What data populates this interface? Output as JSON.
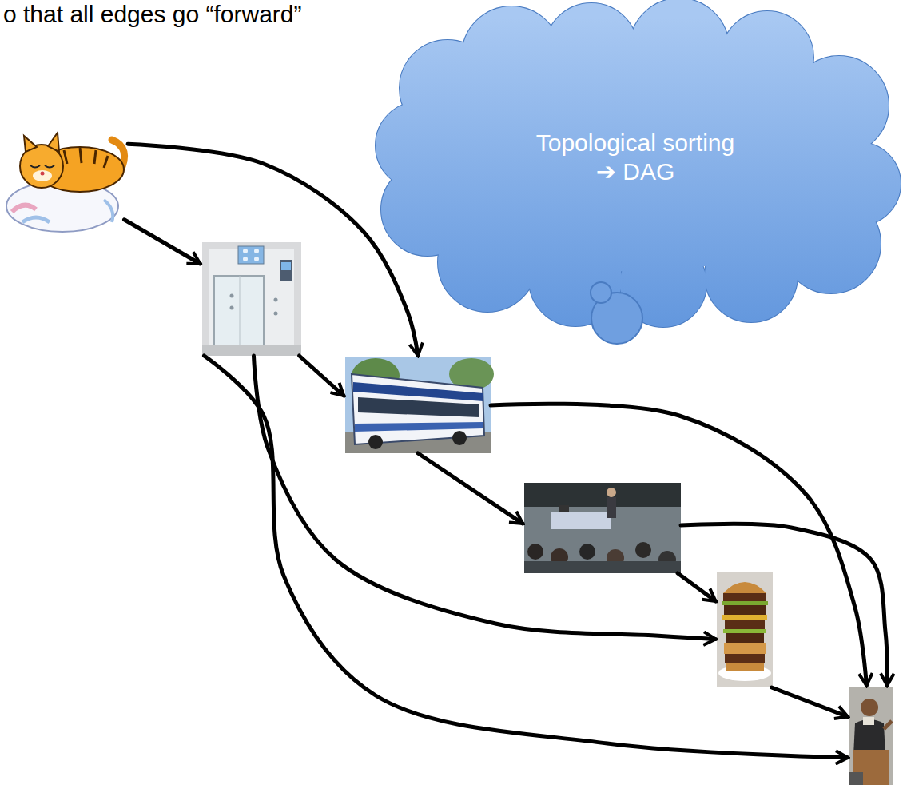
{
  "diagram": {
    "nodes": [
      {
        "text": [
          "Topological sorting ➔ DAG"
        ]
      },
      {
        "text": []
      },
      {
        "text": []
      },
      {
        "text": []
      },
      {
        "text": []
      },
      {
        "text": []
      },
      {
        "text": []
      }
    ],
    "edges": [
      {
        "from": 1,
        "to": 2,
        "arrow": "to"
      },
      {
        "from": 1,
        "to": 3,
        "arrow": "to"
      },
      {
        "from": 2,
        "to": 3,
        "arrow": "to"
      },
      {
        "from": 2,
        "to": 5,
        "arrow": "to"
      },
      {
        "from": 2,
        "to": 6,
        "arrow": "to"
      },
      {
        "from": 3,
        "to": 4,
        "arrow": "to"
      },
      {
        "from": 3,
        "to": 6,
        "arrow": "to"
      },
      {
        "from": 4,
        "to": 5,
        "arrow": "to"
      },
      {
        "from": 4,
        "to": 6,
        "arrow": "to"
      },
      {
        "from": 5,
        "to": 6,
        "arrow": "to"
      }
    ],
    "labels": [
      "o that all edges go “forward”"
    ]
  }
}
